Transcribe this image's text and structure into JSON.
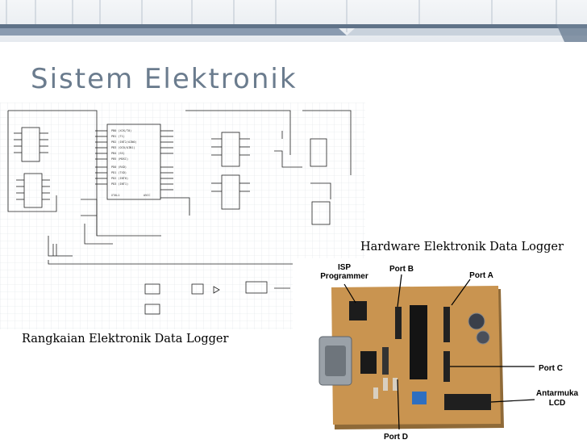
{
  "slide": {
    "title": "Sistem Elektronik",
    "caption_hardware": "Hardware Elektronik Data Logger",
    "caption_schematic": "Rangkaian Elektronik Data Logger"
  },
  "photo_labels": {
    "isp_line1": "ISP",
    "isp_line2": "Programmer",
    "port_b": "Port B",
    "port_a": "Port A",
    "port_c": "Port C",
    "lcd_line1": "Antarmuka",
    "lcd_line2": "LCD",
    "port_d": "Port D"
  },
  "colors": {
    "title": "#6b7c8e",
    "header_bg": "#e6eaef",
    "ribbon": "#7b8da3",
    "pcb": "#c99450"
  }
}
